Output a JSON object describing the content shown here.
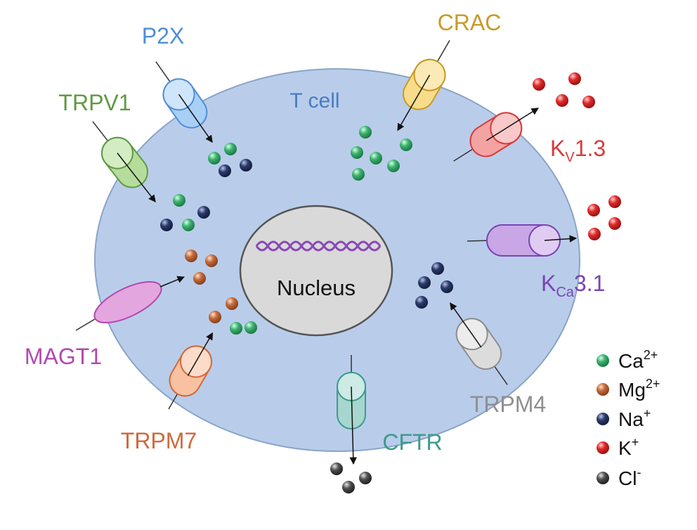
{
  "cell_label": "T cell",
  "nucleus_label": "Nucleus",
  "channels": {
    "p2x": "P2X",
    "trpv1": "TRPV1",
    "magt1": "MAGT1",
    "trpm7": "TRPM7",
    "crac": "CRAC",
    "kv13": {
      "main": "K",
      "sub": "V",
      "rest": "1.3"
    },
    "kca31": {
      "main": "K",
      "sub": "Ca",
      "rest": "3.1"
    },
    "trpm4": "TRPM4",
    "cftr": "CFTR"
  },
  "legend": [
    {
      "ion": "Ca",
      "charge": "2+",
      "color": "#3cb371"
    },
    {
      "ion": "Mg",
      "charge": "2+",
      "color": "#c56a3a"
    },
    {
      "ion": "Na",
      "charge": "+",
      "color": "#2b3a6b"
    },
    {
      "ion": "K",
      "charge": "+",
      "color": "#e02a2a"
    },
    {
      "ion": "Cl",
      "charge": "-",
      "color": "#505050"
    }
  ],
  "colors": {
    "cell_fill": "#b9cdea",
    "cell_stroke": "#8aa4c8",
    "nucleus_fill": "#d9d9d9",
    "dna": "#8a48b8",
    "p2x": "#4f8fd6",
    "trpv1": "#5f9a44",
    "magt1": "#b04ab0",
    "trpm7": "#d06a3c",
    "crac": "#c89a28",
    "kv13": "#d93a3a",
    "kca31": "#7a44b6",
    "trpm4": "#8f8f8f",
    "cftr": "#3e9a8f",
    "cell_label": "#4a7bc4"
  }
}
